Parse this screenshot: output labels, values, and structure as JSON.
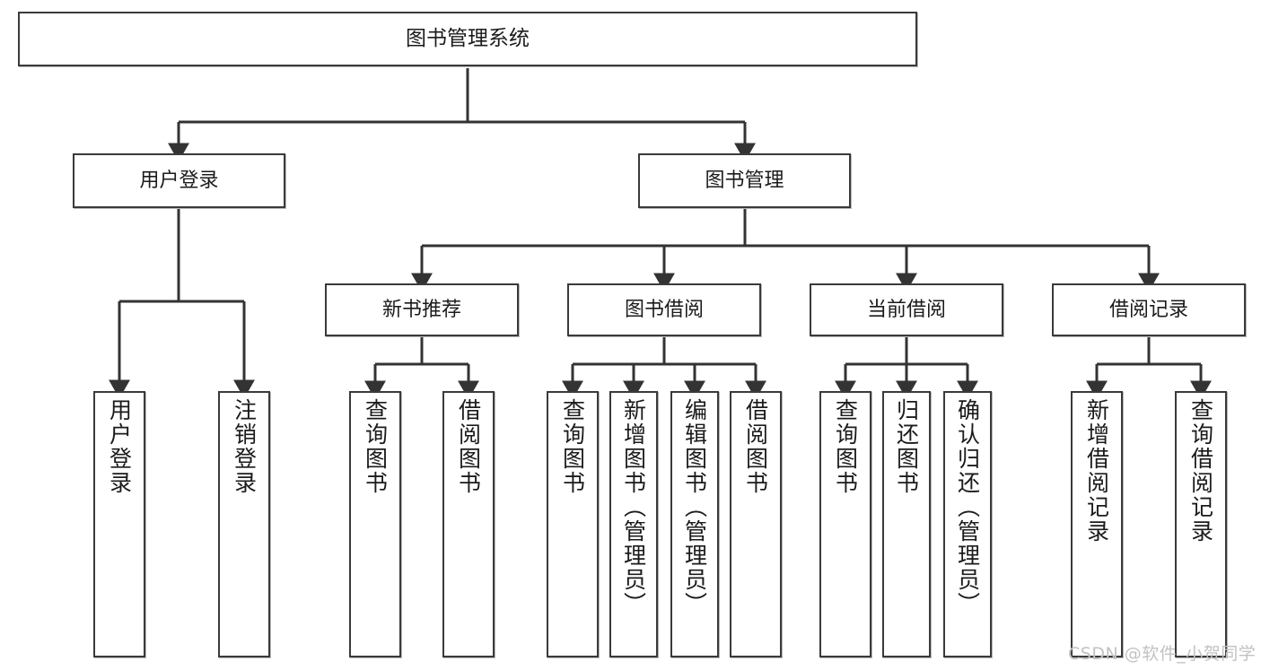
{
  "diagram": {
    "title": "图书管理系统",
    "type": "hierarchy-tree",
    "root": {
      "label": "图书管理系统"
    },
    "level2": [
      {
        "label": "用户登录"
      },
      {
        "label": "图书管理"
      }
    ],
    "level3": [
      {
        "label": "新书推荐"
      },
      {
        "label": "图书借阅"
      },
      {
        "label": "当前借阅"
      },
      {
        "label": "借阅记录"
      }
    ],
    "leaves": {
      "user_login": [
        {
          "label": "用户登录"
        },
        {
          "label": "注销登录"
        }
      ],
      "new_book_recommend": [
        {
          "label": "查询图书"
        },
        {
          "label": "借阅图书"
        }
      ],
      "book_borrow": [
        {
          "label": "查询图书"
        },
        {
          "label": "新增图书（管理员）"
        },
        {
          "label": "编辑图书（管理员）"
        },
        {
          "label": "借阅图书"
        }
      ],
      "current_borrow": [
        {
          "label": "查询图书"
        },
        {
          "label": "归还图书"
        },
        {
          "label": "确认归还（管理员）"
        }
      ],
      "borrow_records": [
        {
          "label": "新增借阅记录"
        },
        {
          "label": "查询借阅记录"
        }
      ]
    }
  },
  "watermark": {
    "text": "CSDN @软件_小贺同学"
  },
  "colors": {
    "border": "#3a3a3a",
    "text": "#1b1b1b",
    "background": "#ffffff",
    "connector": "#333333",
    "watermark": "#c2c2c2"
  }
}
